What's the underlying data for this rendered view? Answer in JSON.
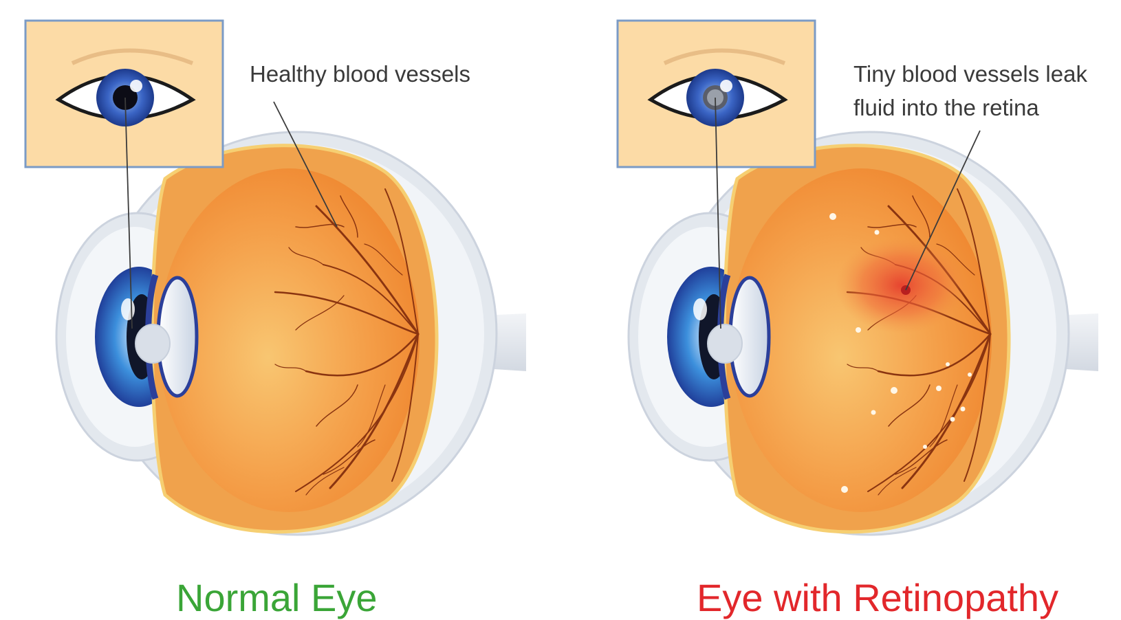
{
  "panels": [
    {
      "label_lines": [
        "Healthy blood vessels"
      ],
      "caption": "Normal Eye",
      "caption_color": "#3aa537",
      "condition": "normal"
    },
    {
      "label_lines": [
        "Tiny blood vessels leak",
        "fluid into the retina"
      ],
      "caption": "Eye with Retinopathy",
      "caption_color": "#e2272b",
      "condition": "retinopathy"
    }
  ],
  "colors": {
    "retina_light": "#fbd27e",
    "retina_dark": "#ee7a22",
    "vessel": "#8a3410",
    "iris": "#3a64c4",
    "inset_bg": "#fcdba6",
    "inset_border": "#7b9bc6",
    "sclera": "#e3e8ee",
    "leak": "#e53a2c"
  }
}
